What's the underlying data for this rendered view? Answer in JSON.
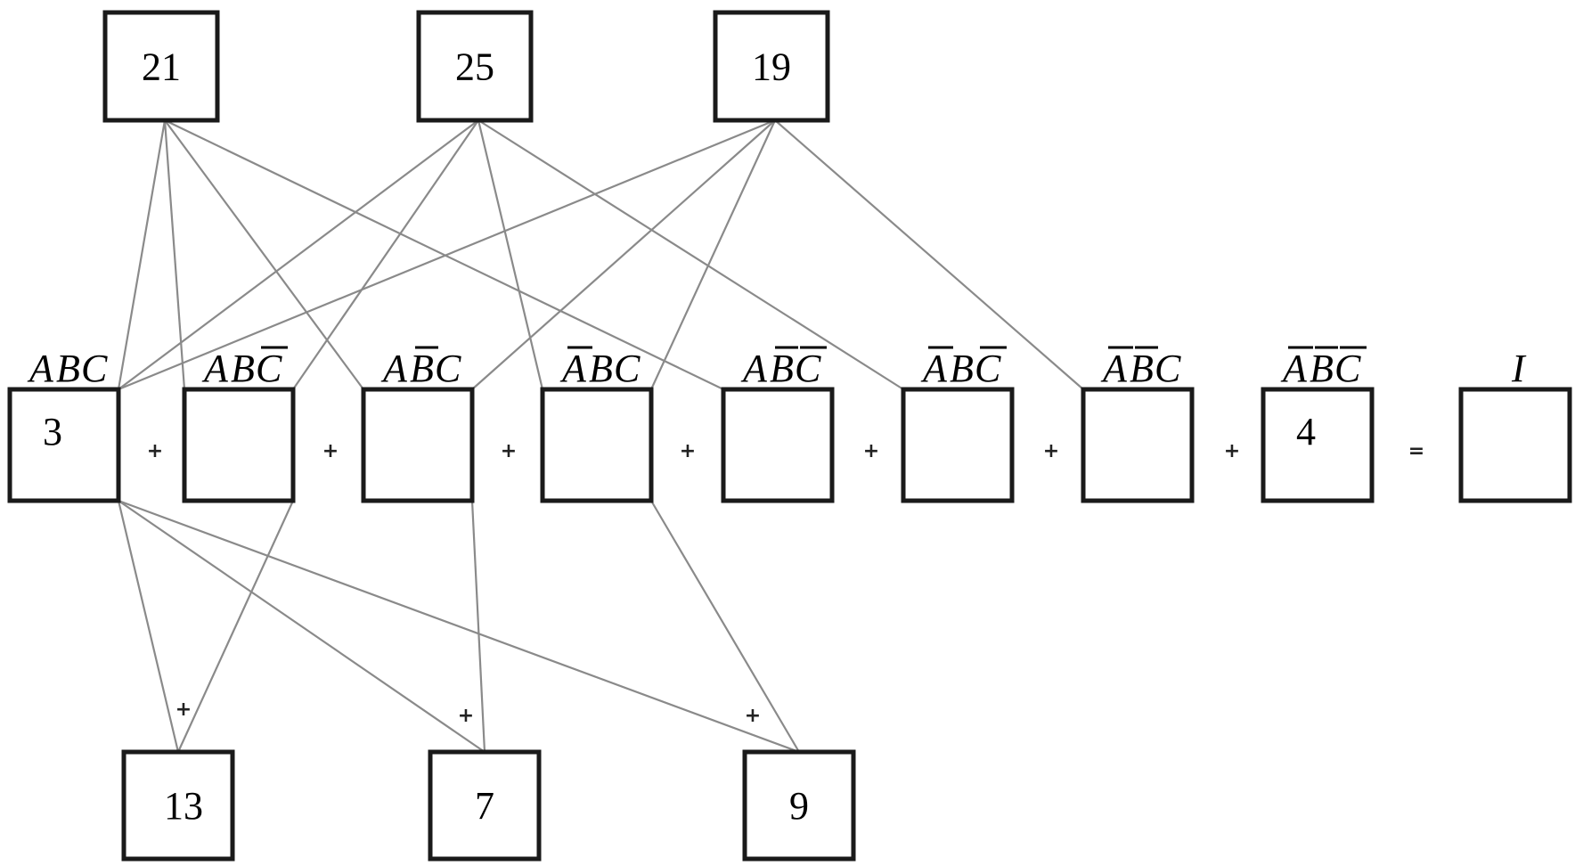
{
  "diagram": {
    "top_boxes": [
      {
        "id": "t21",
        "value": "21"
      },
      {
        "id": "t25",
        "value": "25"
      },
      {
        "id": "t19",
        "value": "19"
      }
    ],
    "middle_boxes": [
      {
        "id": "m1",
        "value": "3",
        "label": "ABC",
        "overbars": [
          false,
          false,
          false
        ]
      },
      {
        "id": "m2",
        "value": "",
        "label": "ABC",
        "overbars": [
          false,
          false,
          true
        ]
      },
      {
        "id": "m3",
        "value": "",
        "label": "ABC",
        "overbars": [
          false,
          true,
          false
        ]
      },
      {
        "id": "m4",
        "value": "",
        "label": "ABC",
        "overbars": [
          true,
          false,
          false
        ]
      },
      {
        "id": "m5",
        "value": "",
        "label": "ABC",
        "overbars": [
          false,
          true,
          true
        ]
      },
      {
        "id": "m6",
        "value": "",
        "label": "ABC",
        "overbars": [
          true,
          false,
          true
        ]
      },
      {
        "id": "m7",
        "value": "",
        "label": "ABC",
        "overbars": [
          true,
          true,
          false
        ]
      },
      {
        "id": "m8",
        "value": "4",
        "label": "ABC",
        "overbars": [
          true,
          true,
          true
        ]
      },
      {
        "id": "m9",
        "value": "",
        "label": "I",
        "overbars": [
          false
        ]
      }
    ],
    "operators": [
      "+",
      "+",
      "+",
      "+",
      "+",
      "+",
      "+",
      "="
    ],
    "bottom_boxes": [
      {
        "id": "b13",
        "value": "13"
      },
      {
        "id": "b7",
        "value": "7"
      },
      {
        "id": "b9",
        "value": "9"
      }
    ],
    "bottom_operators": [
      "+",
      "+",
      "+"
    ],
    "top_links": [
      {
        "from": "t21",
        "to": [
          "m1",
          "m2",
          "m3",
          "m5"
        ]
      },
      {
        "from": "t25",
        "to": [
          "m1",
          "m2",
          "m4",
          "m6"
        ]
      },
      {
        "from": "t19",
        "to": [
          "m1",
          "m3",
          "m4",
          "m7"
        ]
      }
    ],
    "bottom_links": [
      {
        "to": "b13",
        "from": [
          "m1",
          "m2"
        ]
      },
      {
        "to": "b7",
        "from": [
          "m1",
          "m3"
        ]
      },
      {
        "to": "b9",
        "from": [
          "m1",
          "m4"
        ]
      }
    ]
  }
}
